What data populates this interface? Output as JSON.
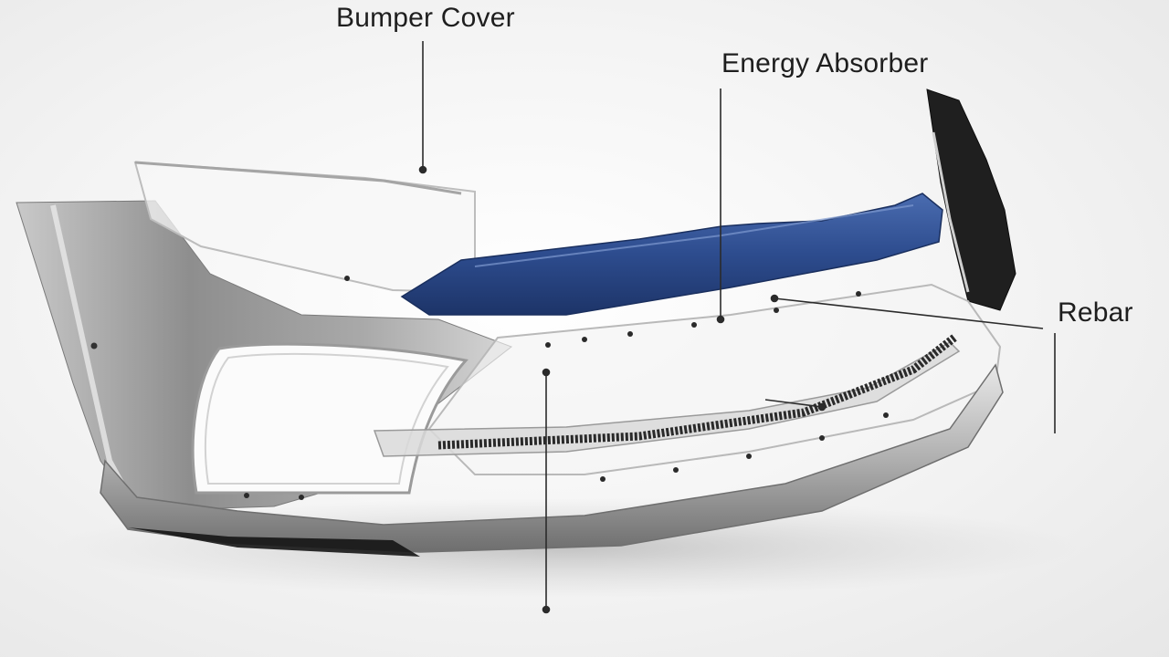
{
  "labels": {
    "bumper_cover": "Bumper Cover",
    "energy_absorber": "Energy Absorber",
    "rebar": "Rebar"
  },
  "colors": {
    "energy_absorber": "#2d4c8e",
    "leader_line": "#2b2b2b",
    "background": "#f1f1f1"
  }
}
